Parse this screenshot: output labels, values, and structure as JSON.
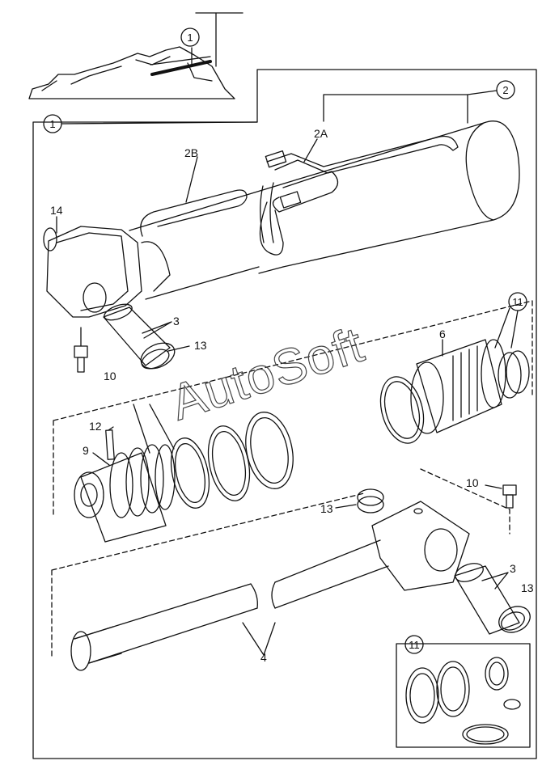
{
  "diagram": {
    "callouts": {
      "c1_top": "1",
      "c1_frame": "1",
      "c2": "2",
      "c11_top": "11",
      "c11_inset": "11"
    },
    "labels": {
      "l2a": "2A",
      "l2b": "2B",
      "l14": "14",
      "l3_top": "3",
      "l13_top": "13",
      "l10_left": "10",
      "l6": "6",
      "l12": "12",
      "l9": "9",
      "l13_mid": "13",
      "l10_right": "10",
      "l3_right": "3",
      "l13_right": "13",
      "l4": "4"
    },
    "watermark": "AutoSoft"
  },
  "colors": {
    "line": "#111111",
    "background": "#ffffff",
    "watermark": "#444444"
  }
}
